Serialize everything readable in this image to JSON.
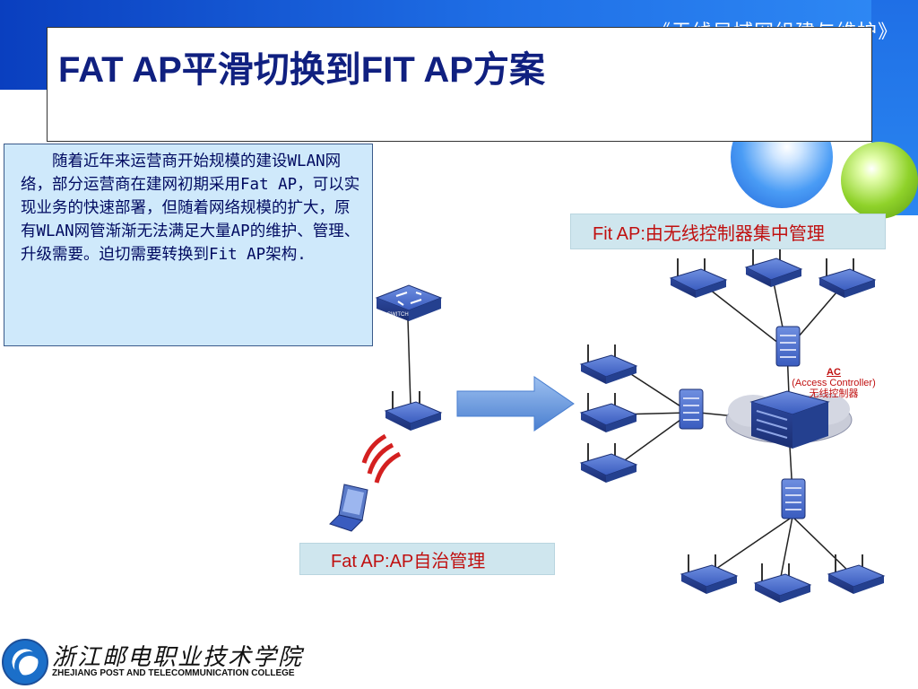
{
  "header": {
    "course_title": "《无线局域网组建与维护》"
  },
  "slide": {
    "title": "FAT AP平滑切换到FIT AP方案",
    "description": "随着近年来运营商开始规模的建设WLAN网络，部分运营商在建网初期采用Fat AP，可以实现业务的快速部署，但随着网络规模的扩大，原有WLAN网管渐渐无法满足大量AP的维护、管理、升级需要。迫切需要转换到Fit AP架构."
  },
  "diagram": {
    "fit_label": "Fit AP:由无线控制器集中管理",
    "fat_label": "Fat AP:AP自治管理",
    "switch_label": "SWITCH",
    "ac_label_line1": "AC",
    "ac_label_line2": "(Access Controller)",
    "ac_label_line3": "无线控制器",
    "colors": {
      "device_blue": "#2f4fa8",
      "label_red": "#c01010",
      "arrow_blue": "#5a8fd8"
    }
  },
  "footer": {
    "college_cn": "浙江邮电职业技术学院",
    "college_en": "ZHEJIANG POST AND TELECOMMUNICATION COLLEGE"
  }
}
